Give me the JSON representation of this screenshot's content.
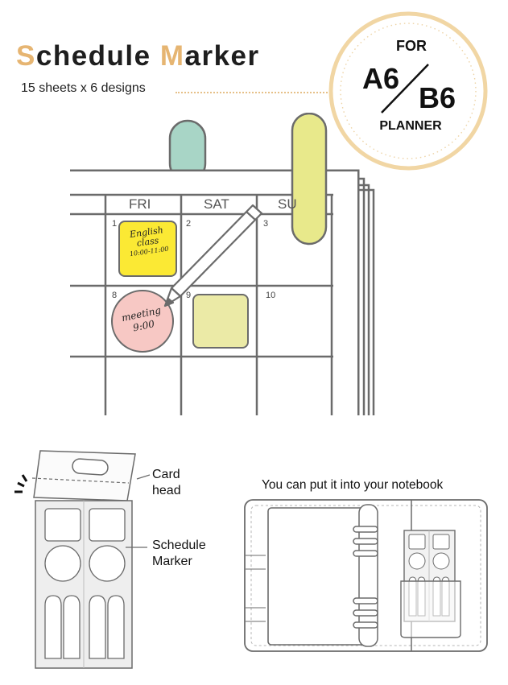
{
  "title": {
    "first_initial": "S",
    "first_rest": "chedule ",
    "second_initial": "M",
    "second_rest": "arker"
  },
  "subtitle": "15 sheets x 6 designs",
  "badge": {
    "for": "FOR",
    "size_a": "A6",
    "size_b": "B6",
    "planner": "PLANNER"
  },
  "calendar": {
    "days": [
      "FRI",
      "SAT",
      "SU"
    ],
    "dates": [
      "1",
      "2",
      "3",
      "8",
      "9",
      "10"
    ],
    "yellow_note": {
      "line1": "English",
      "line2": "class",
      "line3": "10:00-11:00"
    },
    "pink_note": {
      "line1": "meeting",
      "line2": "9:00"
    }
  },
  "labels": {
    "card_head_1": "Card",
    "card_head_2": "head",
    "schedule_marker_1": "Schedule",
    "schedule_marker_2": "Marker",
    "notebook_caption": "You can put it into your notebook"
  },
  "colors": {
    "accent": "#e6b572",
    "badge_ring": "#f1d6a4",
    "tab_green": "#a8d5c6",
    "tab_yellow": "#e8e98b",
    "note_yellow": "#fbe934",
    "note_pink": "#f7c8c4",
    "note_green": "#ebeaa6",
    "line_gray": "#6b6b6b"
  }
}
